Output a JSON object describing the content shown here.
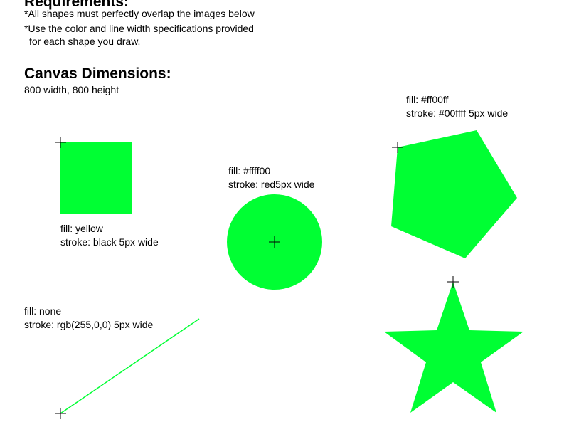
{
  "header": {
    "requirements_title": "Requirements:",
    "req_line1": "*All shapes must perfectly overlap the images below",
    "req_line2": "*Use the color and line width specifications provided",
    "req_line3": "for each shape you draw.",
    "canvas_title": "Canvas Dimensions:",
    "canvas_size": "800 width, 800 height"
  },
  "colors": {
    "shape_fill": "#00ff33",
    "crosshair": "#000000"
  },
  "shapes": {
    "square": {
      "fill_label": "fill: yellow",
      "stroke_label": "stroke: black 5px wide"
    },
    "circle": {
      "fill_label": "fill: #ffff00",
      "stroke_label": "stroke: red5px wide"
    },
    "pentagon": {
      "fill_label": "fill: #ff00ff",
      "stroke_label": "stroke: #00ffff 5px wide"
    },
    "line": {
      "fill_label": "fill: none",
      "stroke_label": "stroke: rgb(255,0,0) 5px wide"
    },
    "star": {}
  }
}
